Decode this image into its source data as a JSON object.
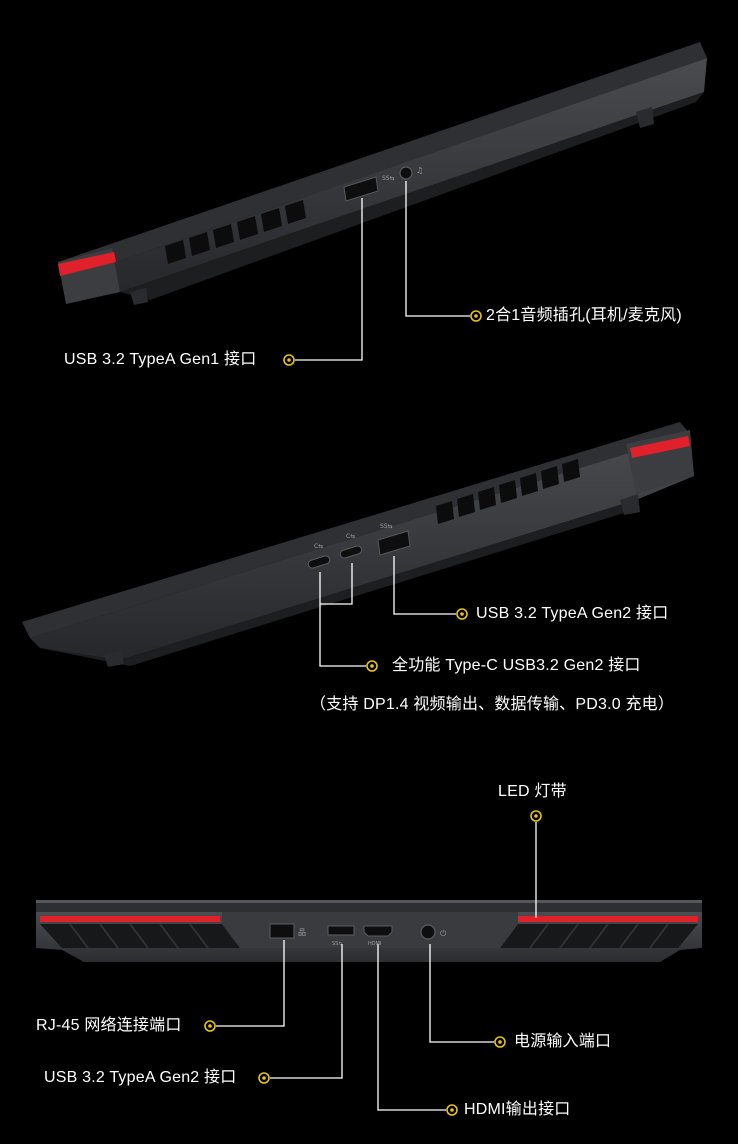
{
  "panel_left_side": {
    "callouts": {
      "audio_jack": "2合1音频插孔(耳机/麦克风)",
      "usb_a_gen1": "USB 3.2 TypeA Gen1 接口"
    }
  },
  "panel_right_side": {
    "callouts": {
      "usb_a_gen2": "USB 3.2 TypeA Gen2 接口",
      "usb_c": "全功能 Type-C USB3.2 Gen2 接口",
      "usb_c_note": "（支持 DP1.4 视频输出、数据传输、PD3.0 充电）"
    }
  },
  "panel_rear": {
    "callouts": {
      "led_strip": "LED 灯带",
      "rj45": "RJ-45 网络连接端口",
      "usb_a_gen2": "USB 3.2 TypeA Gen2 接口",
      "power": "电源输入端口",
      "hdmi": "HDMI输出接口"
    }
  },
  "colors": {
    "background": "#000000",
    "chassis": "#3a3b3e",
    "accent_red": "#e0202a",
    "marker_gold": "#e8c21a",
    "leader_line": "#ffffff"
  },
  "icons": [
    "usb-icon",
    "headset-icon",
    "usb-c-icon",
    "ethernet-icon",
    "hdmi-icon",
    "power-icon",
    "target-marker-icon"
  ]
}
